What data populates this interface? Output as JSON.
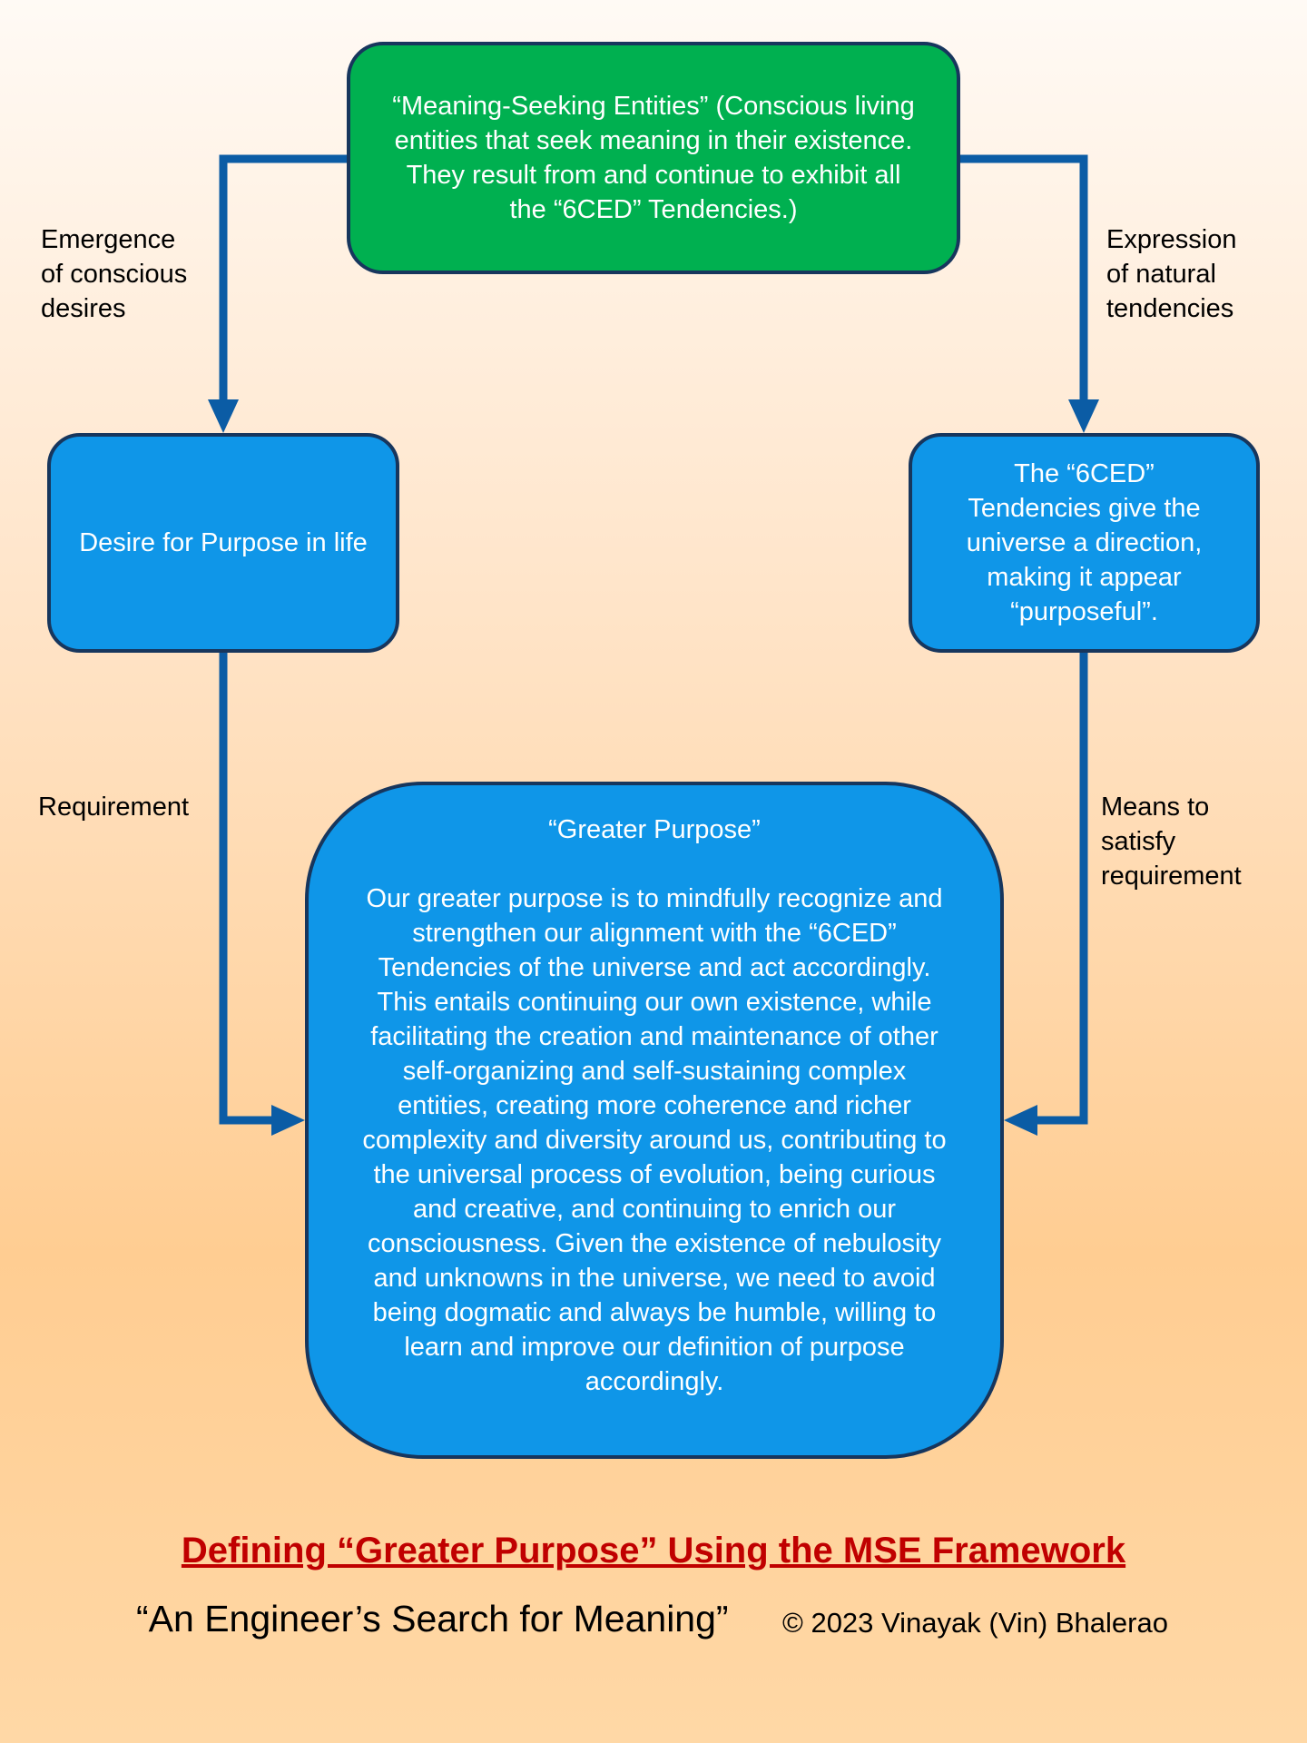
{
  "nodes": {
    "mse": "“Meaning-Seeking Entities” (Conscious living entities that seek meaning in their existence. They result from and continue to exhibit all the “6CED” Tendencies.)",
    "desire": "Desire for Purpose in life",
    "tendencies": "The “6CED” Tendencies give the universe a direction, making it appear “purposeful”.",
    "greater_title": "“Greater Purpose”",
    "greater_body": "Our greater purpose is to mindfully recognize and strengthen our alignment with the “6CED” Tendencies of the universe and act accordingly. This entails continuing our own existence, while facilitating the creation and maintenance of other self-organizing and self-sustaining complex entities, creating more coherence and richer complexity and diversity around us, contributing to the universal process of evolution, being curious and creative, and continuing to enrich our consciousness. Given the existence of nebulosity and unknowns in the universe, we need to avoid being dogmatic and always be humble, willing to learn and improve our definition of purpose accordingly."
  },
  "edges": {
    "emergence": [
      "Emergence",
      "of conscious",
      "desires"
    ],
    "expression": [
      "Expression",
      "of natural",
      "tendencies"
    ],
    "requirement": [
      "Requirement"
    ],
    "means": [
      "Means to",
      "satisfy",
      "requirement"
    ]
  },
  "footer": {
    "title": "Defining “Greater Purpose” Using the MSE Framework",
    "book": "“An Engineer’s Search for Meaning”",
    "copyright": "© 2023 Vinayak (Vin) Bhalerao"
  },
  "colors": {
    "green_node": "#00b050",
    "blue_node": "#0f96e8",
    "arrow": "#0b5ca5",
    "title_red": "#c00000"
  }
}
